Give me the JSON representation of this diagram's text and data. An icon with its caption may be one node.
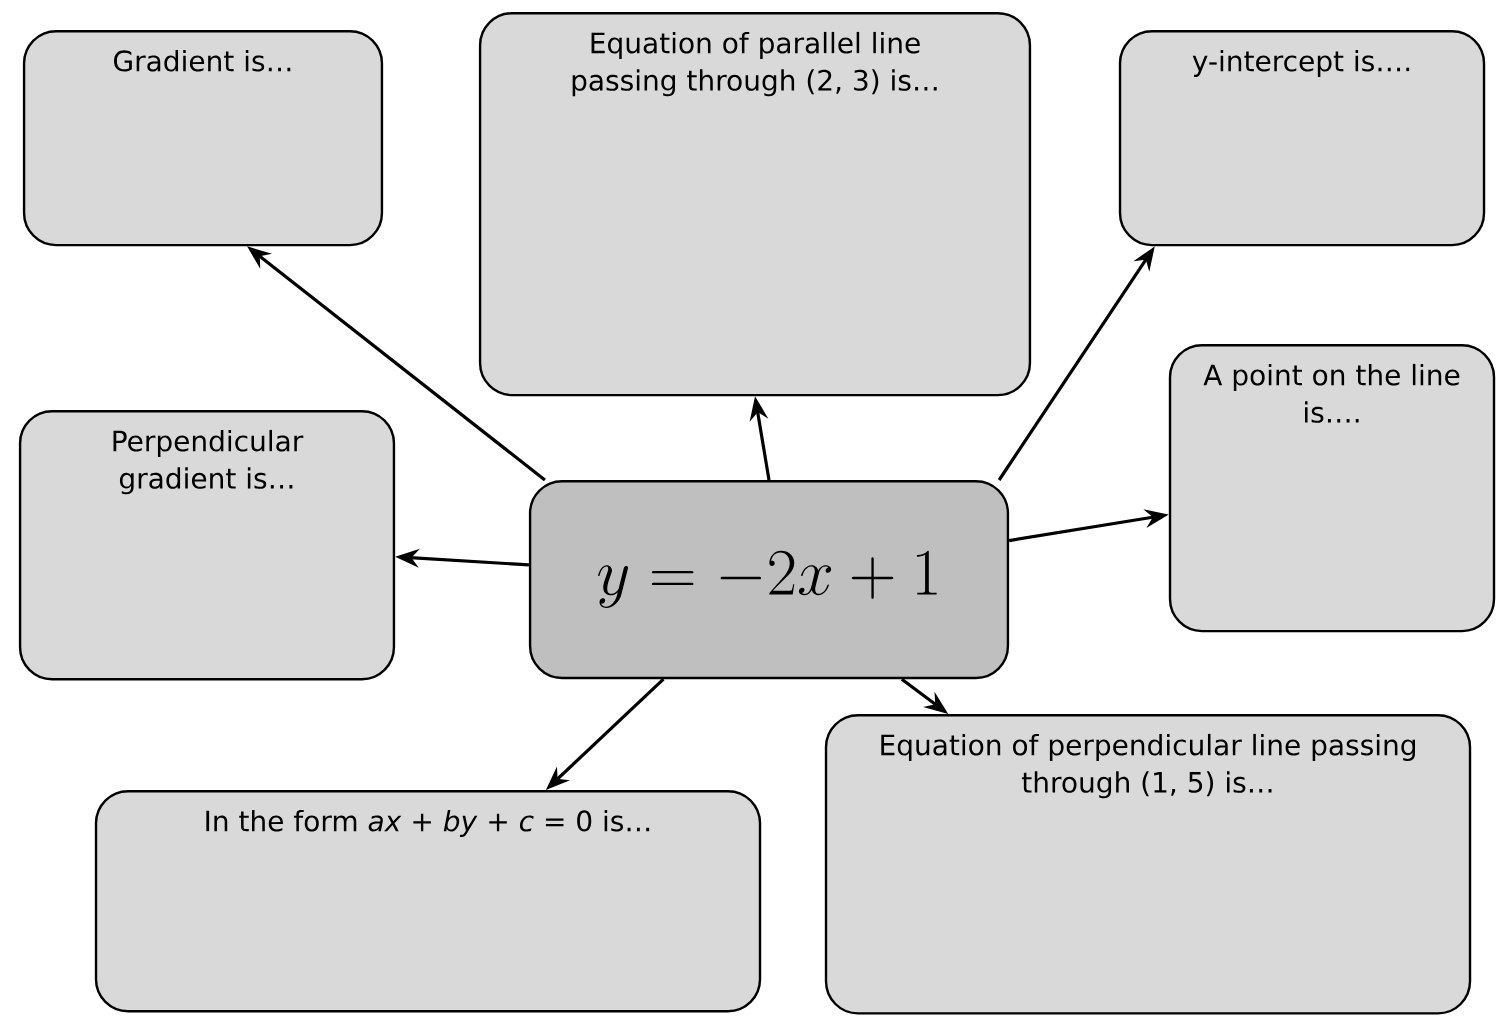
{
  "diagram": {
    "nodes": [
      {
        "text": [
          "Gradient is…"
        ]
      },
      {
        "text": [
          "Equation of parallel line passing through (2, 3) is…"
        ]
      },
      {
        "text": [
          "y-intercept is…."
        ]
      },
      {
        "text": [
          "Perpendicular gradient is…"
        ]
      },
      {
        "text": [
          "A point on the line is…."
        ]
      },
      {
        "text": [
          "y=-2x+1"
        ]
      },
      {
        "text": [
          "In the form *ax* + *by* + *c* = 0 is…"
        ]
      },
      {
        "text": [
          "Equation of perpendicular line passing through (1, 5) is…"
        ]
      }
    ],
    "edges": [
      {
        "from": 5,
        "to": 0,
        "arrow": "to"
      },
      {
        "from": 5,
        "to": 1,
        "arrow": "to"
      },
      {
        "from": 5,
        "to": 2,
        "arrow": "to"
      },
      {
        "from": 5,
        "to": 3,
        "arrow": "to"
      },
      {
        "from": 5,
        "to": 4,
        "arrow": "to"
      },
      {
        "from": 5,
        "to": 6,
        "arrow": "to"
      },
      {
        "from": 5,
        "to": 7,
        "arrow": "to"
      }
    ]
  }
}
